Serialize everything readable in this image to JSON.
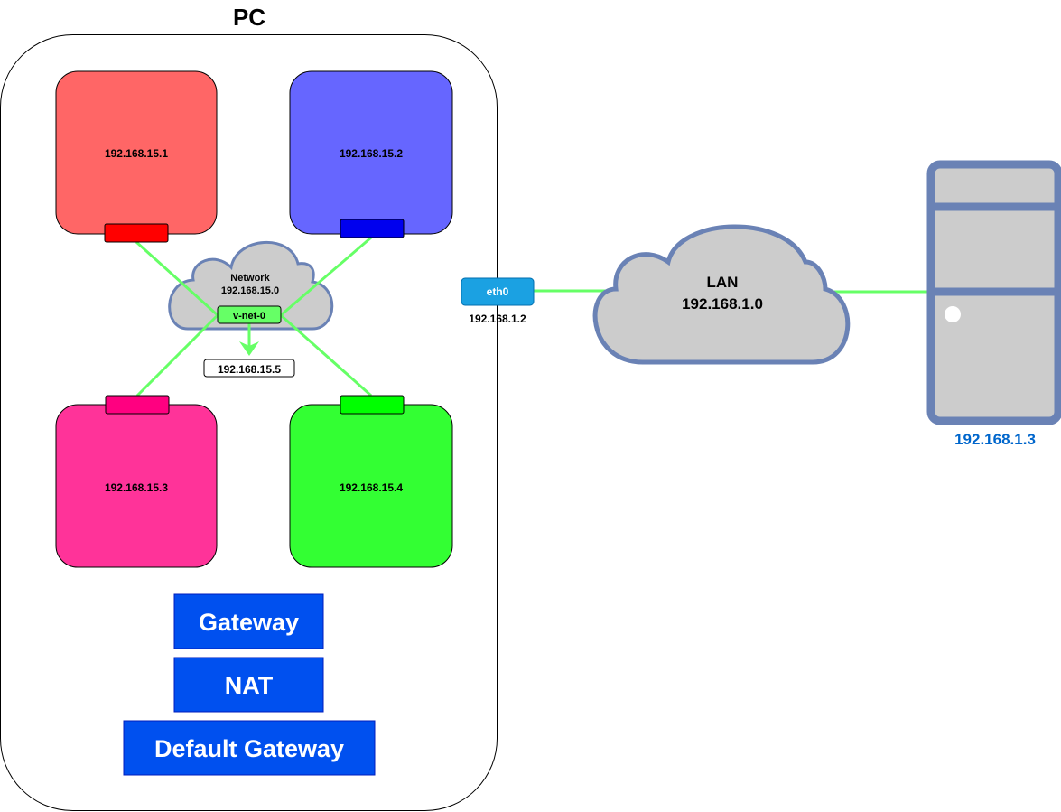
{
  "pc": {
    "title": "PC",
    "vms": [
      {
        "label": "192.168.15.1",
        "fill": "#FF6666",
        "nic_fill": "#FF0000"
      },
      {
        "label": "192.168.15.2",
        "fill": "#6666FF",
        "nic_fill": "#0000EE"
      },
      {
        "label": "192.168.15.3",
        "fill": "#FF3399",
        "nic_fill": "#FF0080"
      },
      {
        "label": "192.168.15.4",
        "fill": "#33FF33",
        "nic_fill": "#00FF00"
      }
    ],
    "network": {
      "title": "Network",
      "subnet": "192.168.15.0",
      "bridge": "v-net-0",
      "bridge_ip": "192.168.15.5"
    },
    "stack": [
      "Gateway",
      "NAT",
      "Default Gateway"
    ]
  },
  "host_nic": {
    "label": "eth0",
    "ip": "192.168.1.2"
  },
  "lan": {
    "title": "LAN",
    "subnet": "192.168.1.0"
  },
  "server": {
    "ip": "192.168.1.3"
  },
  "colors": {
    "link": "#66FF66",
    "cloud_fill": "#CCCCCC",
    "cloud_stroke": "#6A82B5",
    "stack_fill": "#0050EF",
    "nic_host": "#1BA1E2",
    "server_label": "#0066CC"
  }
}
